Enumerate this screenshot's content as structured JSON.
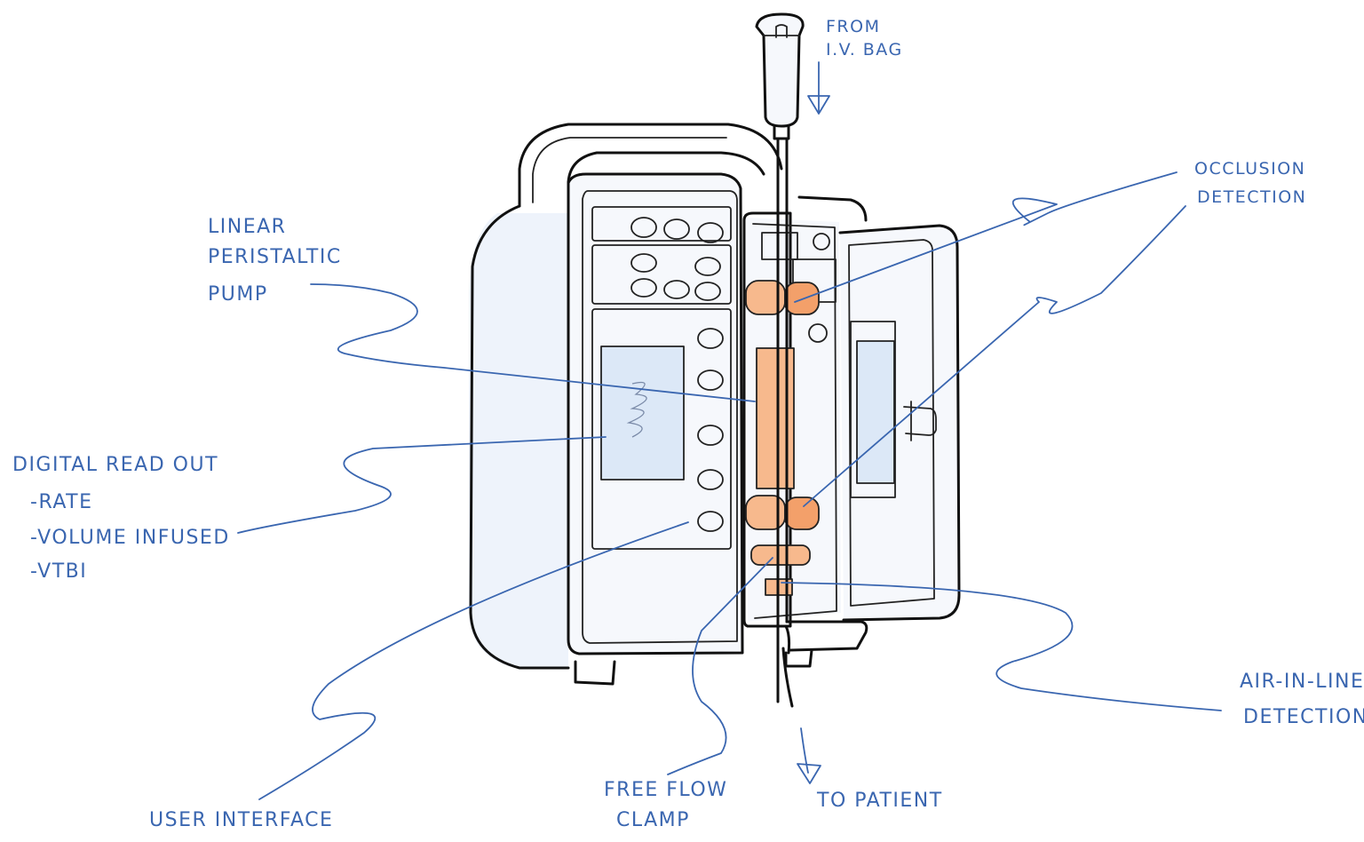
{
  "labels": {
    "from_iv_bag": [
      "FROM",
      "I.V. BAG"
    ],
    "linear_pump": [
      "LINEAR",
      "PERISTALTIC",
      "PUMP"
    ],
    "occlusion": [
      "OCCLUSION",
      "DETECTION"
    ],
    "digital_readout": [
      "DIGITAL READ OUT",
      "-RATE",
      "-VOLUME INFUSED",
      "-VTBI"
    ],
    "air_in_line": [
      "AIR-IN-LINE",
      "DETECTION"
    ],
    "user_interface": "USER INTERFACE",
    "free_flow_clamp": [
      "FREE FLOW",
      "CLAMP"
    ],
    "to_patient": "TO PATIENT"
  },
  "colors": {
    "annotation": "#3a66b0",
    "outline": "#111111",
    "highlight": "#f7b98d",
    "fill": "#eef3fb"
  }
}
